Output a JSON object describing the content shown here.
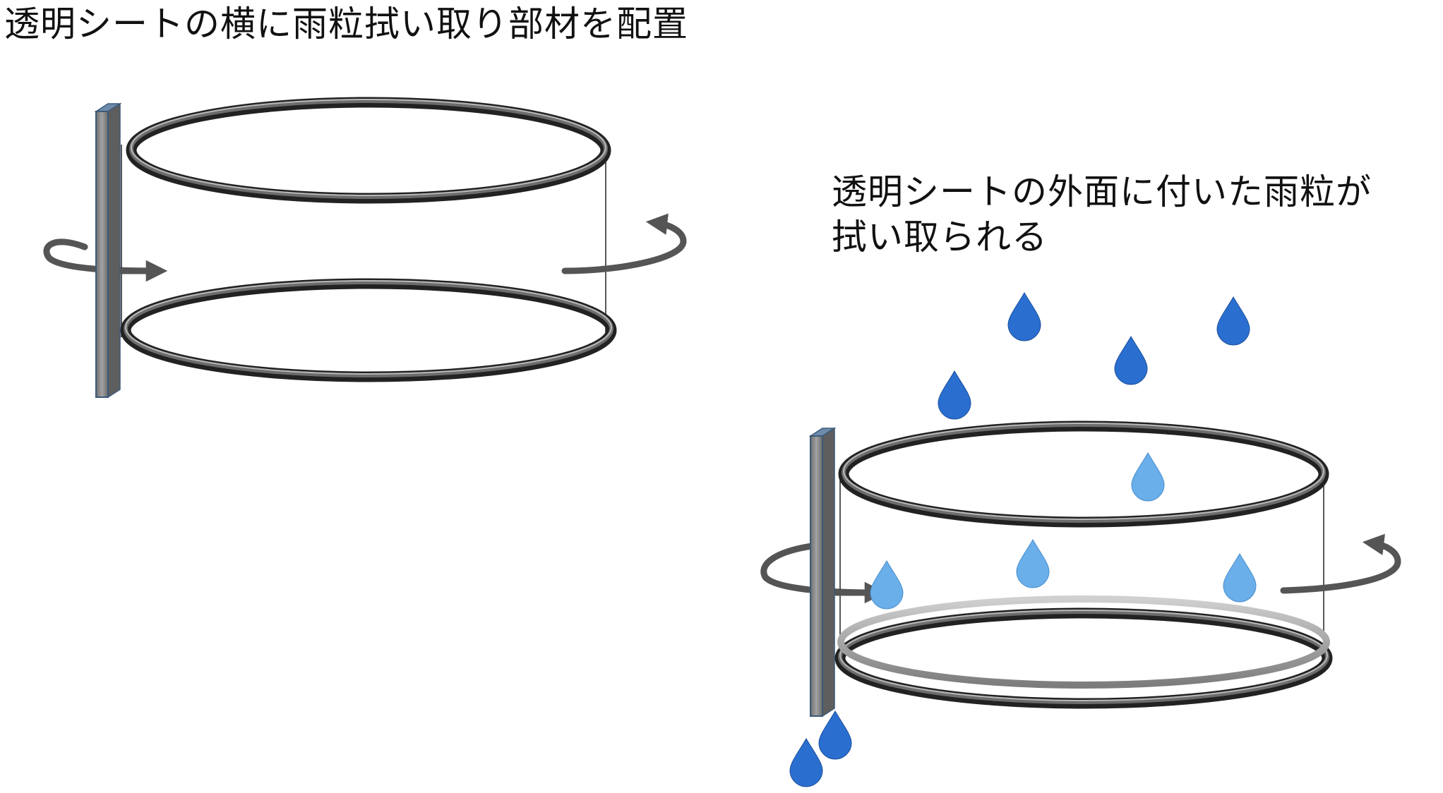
{
  "captions": {
    "left_title": "透明シートの横に雨粒拭い取り部材を配置",
    "right_line1": "透明シートの外面に付いた雨粒が",
    "right_line2": "拭い取られる"
  },
  "colors": {
    "ring_dark": "#333333",
    "ring_light": "#9a9a9a",
    "wiper_fill": "#8a8a8a",
    "wiper_edge": "#3b5a7a",
    "arrow": "#555555",
    "drop_falling": "#2a6fd0",
    "drop_on_sheet": "#6aaeea",
    "sheet_line": "#222222"
  },
  "icons": {
    "rotation_arrow": "curved-arrow-icon",
    "raindrop": "raindrop-icon",
    "wiper": "wiper-bar-icon",
    "ring": "ring-icon"
  }
}
